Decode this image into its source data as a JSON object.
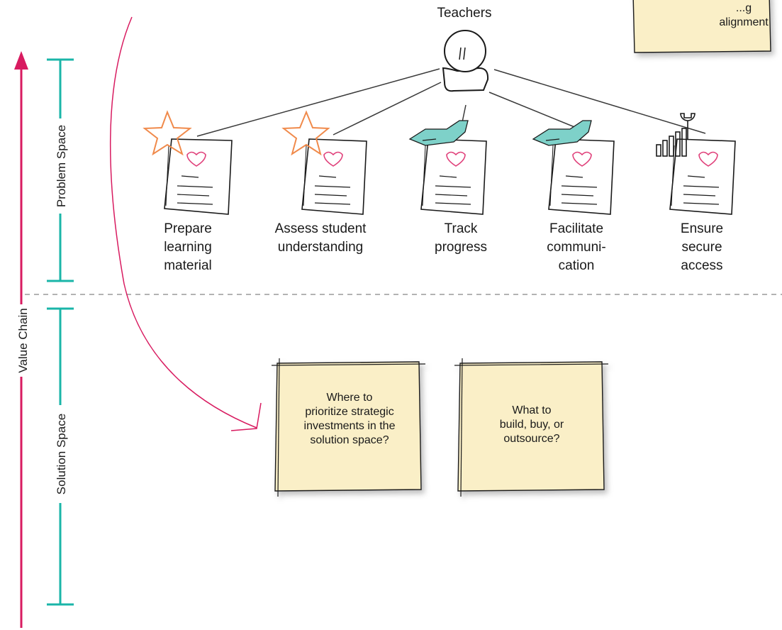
{
  "diagram": {
    "persona": {
      "label": "Teachers"
    },
    "top_note": {
      "text": "...g\nalignment"
    },
    "jobs": [
      {
        "label": "Prepare\nlearning\nmaterial",
        "icon": "star-icon"
      },
      {
        "label": "Assess student\nunderstanding",
        "icon": "star-icon"
      },
      {
        "label": "Track\nprogress",
        "icon": "hand-icon"
      },
      {
        "label": "Facilitate\ncommuni-\ncation",
        "icon": "hand-icon"
      },
      {
        "label": "Ensure\nsecure\naccess",
        "icon": "tools-icon"
      }
    ],
    "axis": {
      "value_chain": "Value Chain",
      "problem_space": "Problem Space",
      "solution_space": "Solution Space"
    },
    "notes": [
      {
        "text": "Where to\nprioritize strategic\ninvestments in the\nsolution space?"
      },
      {
        "text": "What to\nbuild, buy, or\noutsource?"
      }
    ],
    "colors": {
      "value_chain_arrow": "#d81b60",
      "bracket": "#1ab5a8",
      "sticky_note": "#faefc7",
      "star": "#f08a4b",
      "hand": "#7ed1c9",
      "heart": "#e0407a"
    }
  }
}
